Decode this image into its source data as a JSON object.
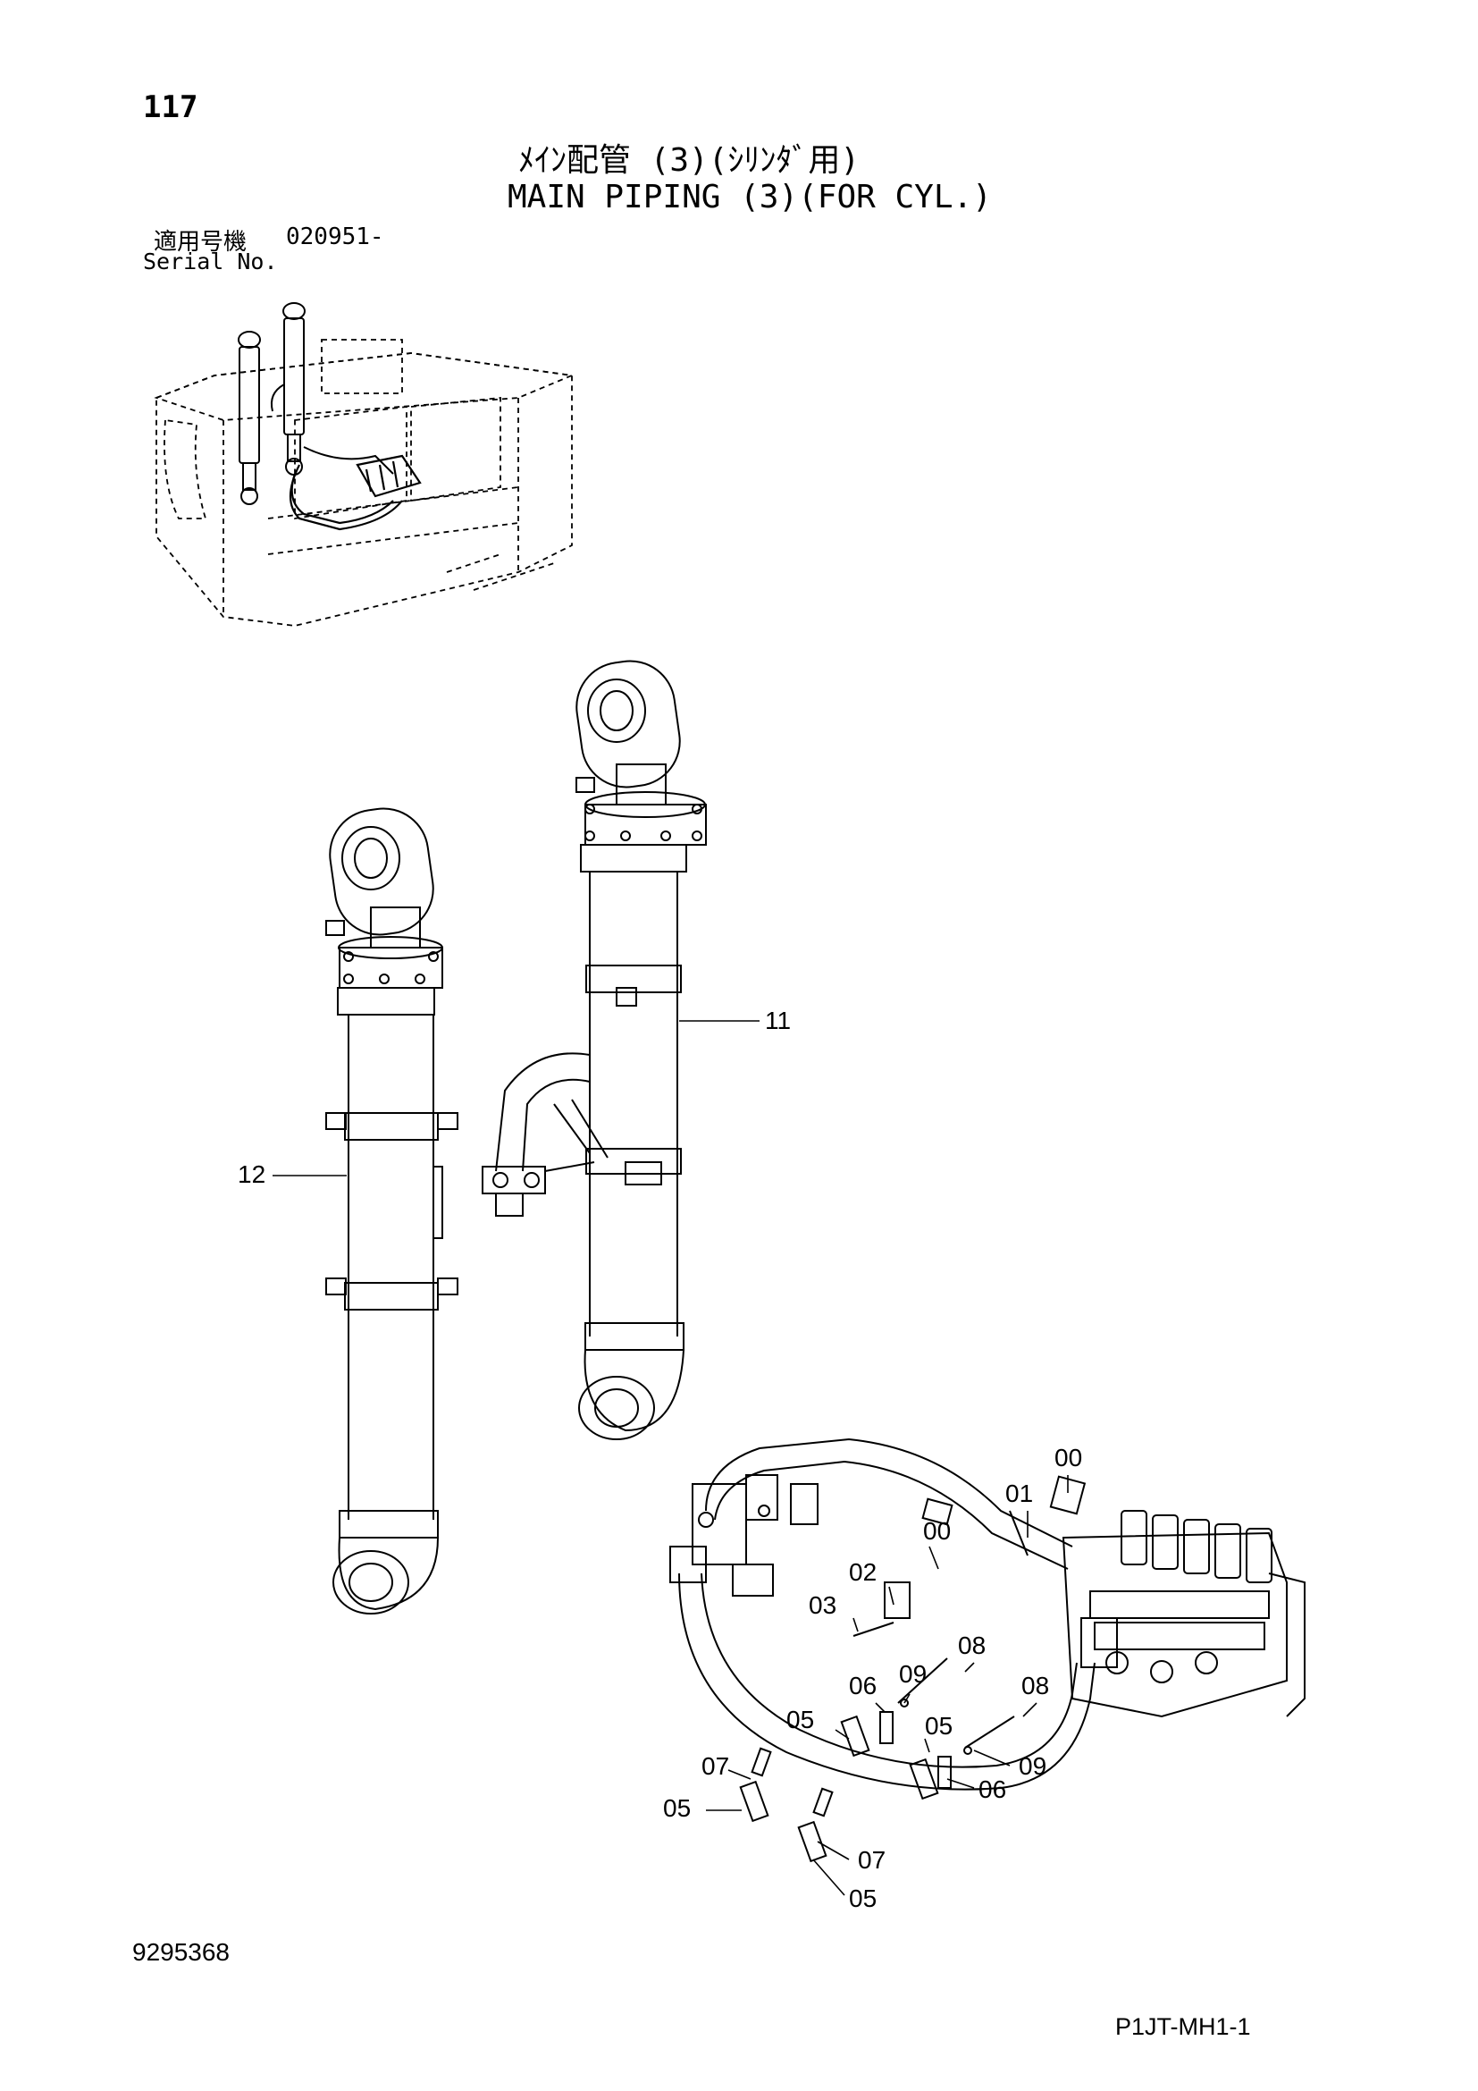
{
  "header": {
    "page_number": "117",
    "title_jp": "ﾒｲﾝ配管 (3)(ｼﾘﾝﾀﾞ用)",
    "title_en": "MAIN PIPING (3)(FOR CYL.)",
    "serial_label_jp": "適用号機",
    "serial_value": "020951-",
    "serial_label_en": "Serial No."
  },
  "footer": {
    "doc_code": "9295368",
    "ref_code": "P1JT-MH1-1"
  },
  "callouts": {
    "c11": "11",
    "c12": "12",
    "c00a": "00",
    "c01": "01",
    "c00b": "00",
    "c02": "02",
    "c03": "03",
    "c08a": "08",
    "c06a": "06",
    "c09a": "09",
    "c08b": "08",
    "c05a": "05",
    "c05b": "05",
    "c09b": "09",
    "c07a": "07",
    "c06b": "06",
    "c05c": "05",
    "c07b": "07",
    "c05d": "05"
  }
}
